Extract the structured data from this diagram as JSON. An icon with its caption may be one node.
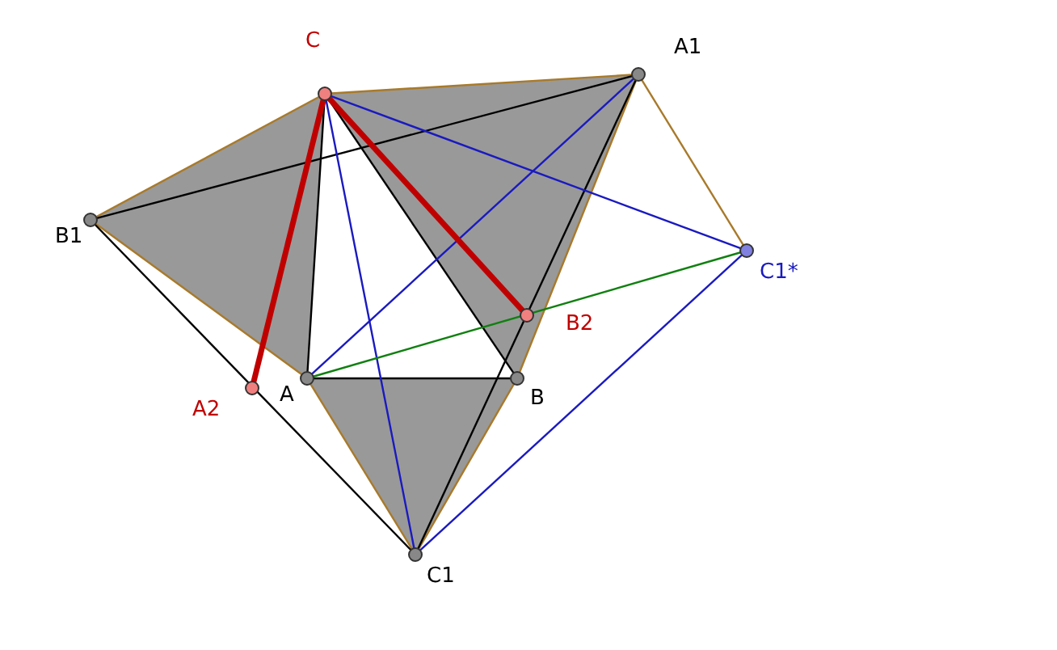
{
  "diagram": {
    "nodes": [
      {
        "text": [],
        "shape": "circle",
        "beside": [
          "C"
        ]
      },
      {
        "text": [],
        "shape": "circle",
        "beside": [
          "A1"
        ]
      },
      {
        "text": [],
        "shape": "circle",
        "beside": [
          "B1"
        ]
      },
      {
        "text": [],
        "shape": "circle",
        "beside": [
          "C1*"
        ]
      },
      {
        "text": [],
        "shape": "circle",
        "beside": [
          "B2"
        ]
      },
      {
        "text": [],
        "shape": "circle",
        "beside": [
          "A"
        ]
      },
      {
        "text": [],
        "shape": "circle",
        "beside": [
          "B"
        ]
      },
      {
        "text": [],
        "shape": "circle",
        "beside": [
          "A2"
        ]
      },
      {
        "text": [],
        "shape": "circle",
        "beside": [
          "C1"
        ]
      }
    ],
    "edges": [
      {
        "from": 2,
        "to": 0,
        "arrow": "none",
        "color": "#a87a2a"
      },
      {
        "from": 0,
        "to": 1,
        "arrow": "none",
        "color": "#a87a2a"
      },
      {
        "from": 1,
        "to": 3,
        "arrow": "none",
        "color": "#a87a2a"
      },
      {
        "from": 2,
        "to": 5,
        "arrow": "none",
        "color": "#a87a2a"
      },
      {
        "from": 5,
        "to": 8,
        "arrow": "none",
        "color": "#a87a2a"
      },
      {
        "from": 8,
        "to": 6,
        "arrow": "none",
        "color": "#a87a2a"
      },
      {
        "from": 6,
        "to": 1,
        "arrow": "none",
        "color": "#a87a2a"
      },
      {
        "from": 2,
        "to": 1,
        "arrow": "none",
        "color": "#000000"
      },
      {
        "from": 2,
        "to": 8,
        "arrow": "none",
        "color": "#000000"
      },
      {
        "from": 0,
        "to": 5,
        "arrow": "none",
        "color": "#000000"
      },
      {
        "from": 5,
        "to": 6,
        "arrow": "none",
        "color": "#000000"
      },
      {
        "from": 0,
        "to": 6,
        "arrow": "none",
        "color": "#000000"
      },
      {
        "from": 1,
        "to": 8,
        "arrow": "none",
        "color": "#000000"
      },
      {
        "from": 5,
        "to": 1,
        "arrow": "none",
        "color": "#1a1ac0"
      },
      {
        "from": 0,
        "to": 8,
        "arrow": "none",
        "color": "#1a1ac0"
      },
      {
        "from": 0,
        "to": 3,
        "arrow": "none",
        "color": "#1a1ac0"
      },
      {
        "from": 3,
        "to": 8,
        "arrow": "none",
        "color": "#1a1ac0"
      },
      {
        "from": 5,
        "to": 3,
        "arrow": "none",
        "color": "#108010"
      },
      {
        "from": 0,
        "to": 7,
        "arrow": "none",
        "style": "thick",
        "color": "#c00000"
      },
      {
        "from": 0,
        "to": 4,
        "arrow": "none",
        "style": "thick",
        "color": "#c00000"
      }
    ]
  }
}
